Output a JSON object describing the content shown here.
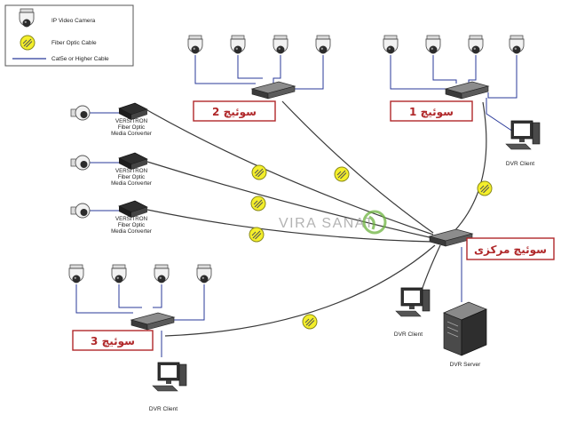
{
  "legend": {
    "camera": "IP Video Camera",
    "fiber": "Fiber Optic Cable",
    "cat5": "Cat5e or Higher Cable"
  },
  "switches": {
    "switch1": "سوئیچ 1",
    "switch2": "سوئیچ 2",
    "switch3": "سوئیچ 3",
    "central": "سوئیچ مرکزی"
  },
  "converters": [
    {
      "line1": "VERSITRON",
      "line2": "Fiber Optic",
      "line3": "Media Converter"
    },
    {
      "line1": "VERSITRON",
      "line2": "Fiber Optic",
      "line3": "Media Converter"
    },
    {
      "line1": "VERSITRON",
      "line2": "Fiber Optic",
      "line3": "Media Converter"
    }
  ],
  "devices": {
    "dvr_client_right": "DVR Client",
    "dvr_client_center": "DVR Client",
    "dvr_client_bottom": "DVR Client",
    "dvr_server": "DVR Server"
  },
  "watermark": "VIRA SANAT",
  "colors": {
    "fiber": "#3a3a3a",
    "cat5": "#2a3a9a",
    "label_border": "#b0282a",
    "label_text": "#b0282a",
    "fiber_marker": "#f4ef2a"
  }
}
